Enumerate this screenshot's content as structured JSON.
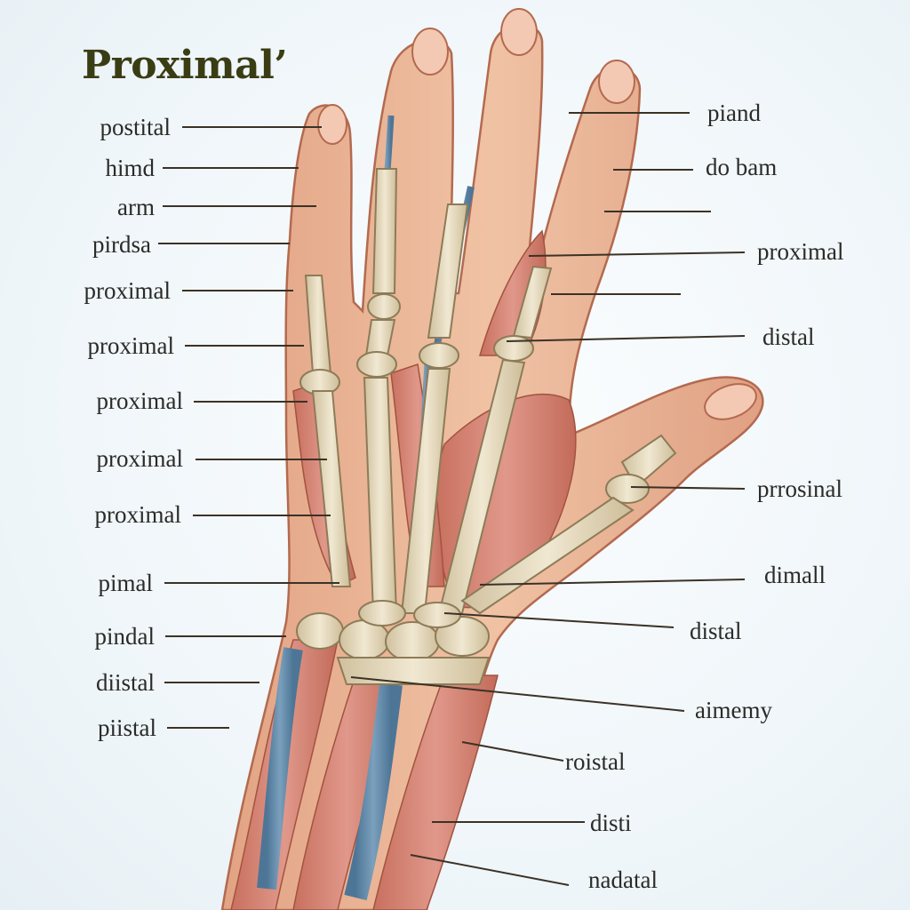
{
  "title": "Proximal’",
  "labels_left": [
    "postital",
    "himd",
    "arm",
    "pirdsa",
    "proximal",
    "proximal",
    "proximal",
    "proximal",
    "proximal",
    "pimal",
    "pindal",
    "diistal",
    "piistal"
  ],
  "labels_right": [
    "piand",
    "do bam",
    "proximal",
    "distal",
    "prrosinal",
    "dimall",
    "distal",
    "aimemy",
    "roistal",
    "disti",
    "nadatal"
  ],
  "colors": {
    "skin": "#e9b18f",
    "muscle": "#d17e6c",
    "bone": "#e8dcc0",
    "vein": "#5f86a6",
    "label_line": "#3b3226"
  }
}
